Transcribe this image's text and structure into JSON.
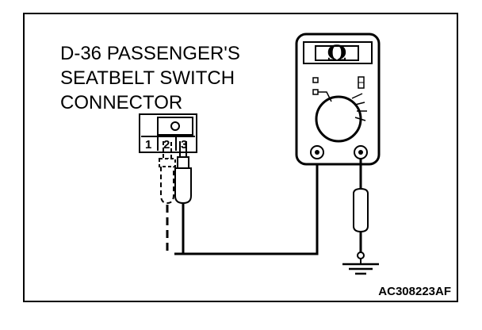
{
  "diagram": {
    "title_lines": [
      "D-36 PASSENGER'S",
      "SEATBELT SWITCH",
      "CONNECTOR"
    ],
    "connector": {
      "pins": [
        "1",
        "2",
        "3"
      ]
    },
    "meter": {
      "display_symbol": "Ω"
    },
    "figure_code": "AC308223AF"
  }
}
